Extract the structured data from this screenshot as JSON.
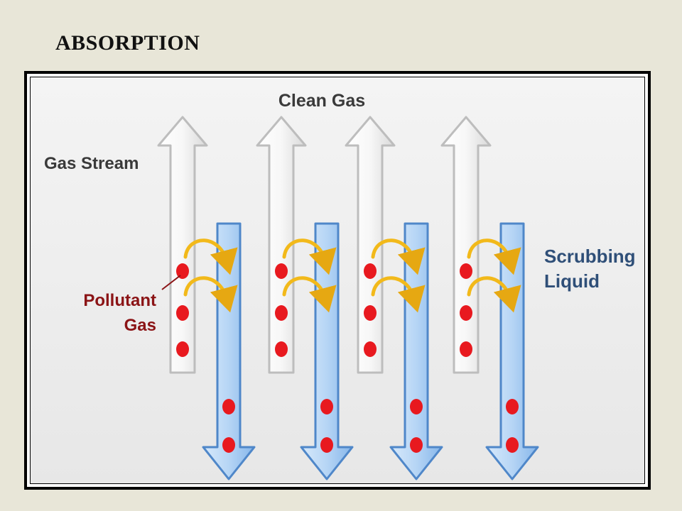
{
  "slide": {
    "title": "ABSORPTION"
  },
  "diagram": {
    "top_label": "Clean Gas",
    "left_label": "Gas Stream",
    "right_label_line1": "Scrubbing",
    "right_label_line2": "Liquid",
    "pollutant_label_line1": "Pollutant",
    "pollutant_label_line2": "Gas",
    "columns": 4,
    "colors": {
      "gas_arrow_fill": "#f2f2f2",
      "liquid_arrow_fill": "#a9cdf5",
      "pollutant_dot": "#e8191f",
      "transfer_arrow": "#f2b91a",
      "pollutant_text": "#8b1416",
      "label_text": "#3a3a3a",
      "liquid_text": "#2f4f78"
    }
  }
}
